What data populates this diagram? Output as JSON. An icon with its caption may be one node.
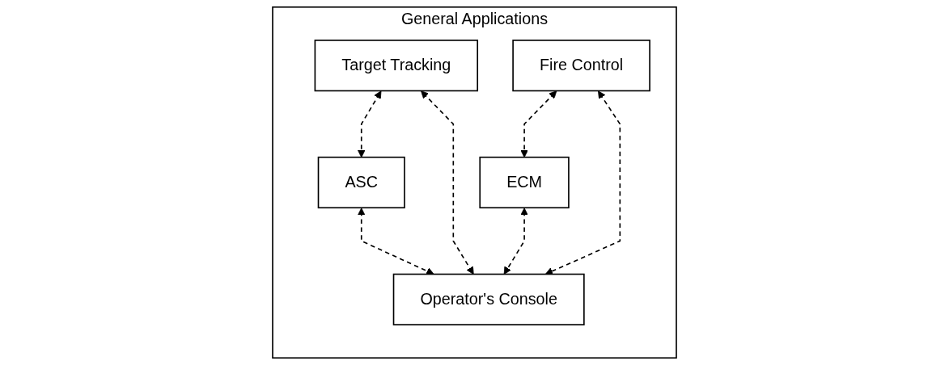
{
  "diagram": {
    "nodes": [
      {
        "text": [
          "General Applications"
        ]
      },
      {
        "text": [
          "Target Tracking"
        ],
        "in": 0
      },
      {
        "text": [
          "Fire Control"
        ],
        "in": 0
      },
      {
        "text": [
          "ECM"
        ],
        "in": 0
      },
      {
        "text": [
          "ASC"
        ],
        "in": 0
      },
      {
        "text": [
          "Operator's Console"
        ],
        "in": 0
      }
    ],
    "edges": [
      {
        "from": 1,
        "to": 4,
        "arrow": "both",
        "style": "dashed"
      },
      {
        "from": 2,
        "to": 3,
        "arrow": "both",
        "style": "dashed"
      },
      {
        "from": 1,
        "to": 5,
        "arrow": "both",
        "style": "dashed"
      },
      {
        "from": 2,
        "to": 5,
        "arrow": "both",
        "style": "dashed"
      },
      {
        "from": 3,
        "to": 5,
        "arrow": "both",
        "style": "dashed"
      },
      {
        "from": 4,
        "to": 5,
        "arrow": "both",
        "style": "dashed"
      }
    ]
  }
}
